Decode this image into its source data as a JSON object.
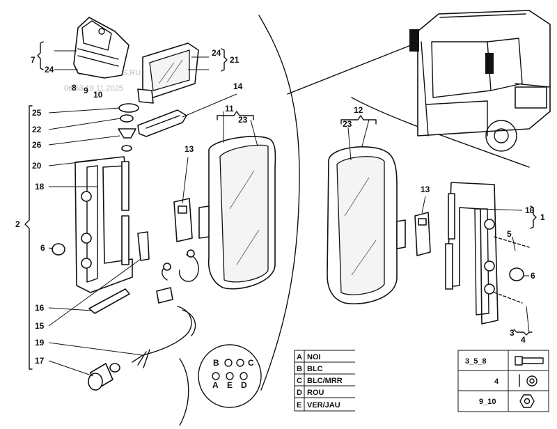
{
  "watermark": {
    "line1": "WWW.ILCATS.RU",
    "line2": "06:53 19.11.2025"
  },
  "callouts": {
    "c7": "7",
    "c24a": "24",
    "c8": "8",
    "c9": "9",
    "c10": "10",
    "c24b": "24",
    "c21": "21",
    "c14": "14",
    "c25": "25",
    "c22": "22",
    "c26": "26",
    "c20": "20",
    "c18a": "18",
    "c2": "2",
    "c6a": "6",
    "c16": "16",
    "c15": "15",
    "c19": "19",
    "c17": "17",
    "c11": "11",
    "c23a": "23",
    "c13a": "13",
    "c12": "12",
    "c23b": "23",
    "c13b": "13",
    "c18b": "18",
    "c1": "1",
    "c5": "5",
    "c6b": "6",
    "c3": "3",
    "c4": "4"
  },
  "connector": {
    "pins": [
      "B",
      "C",
      "A",
      "E",
      "D"
    ]
  },
  "color_codes": [
    {
      "pin": "A",
      "color": "NOI"
    },
    {
      "pin": "B",
      "color": "BLC"
    },
    {
      "pin": "C",
      "color": "BLC/MRR"
    },
    {
      "pin": "D",
      "color": "ROU"
    },
    {
      "pin": "E",
      "color": "VER/JAU"
    }
  ],
  "fastener_table": [
    {
      "parts": "3_5_8",
      "icon": "bolt-icon"
    },
    {
      "parts": "4",
      "icon": "washer-pin-icon"
    },
    {
      "parts": "9_10",
      "icon": "nut-icon"
    }
  ]
}
